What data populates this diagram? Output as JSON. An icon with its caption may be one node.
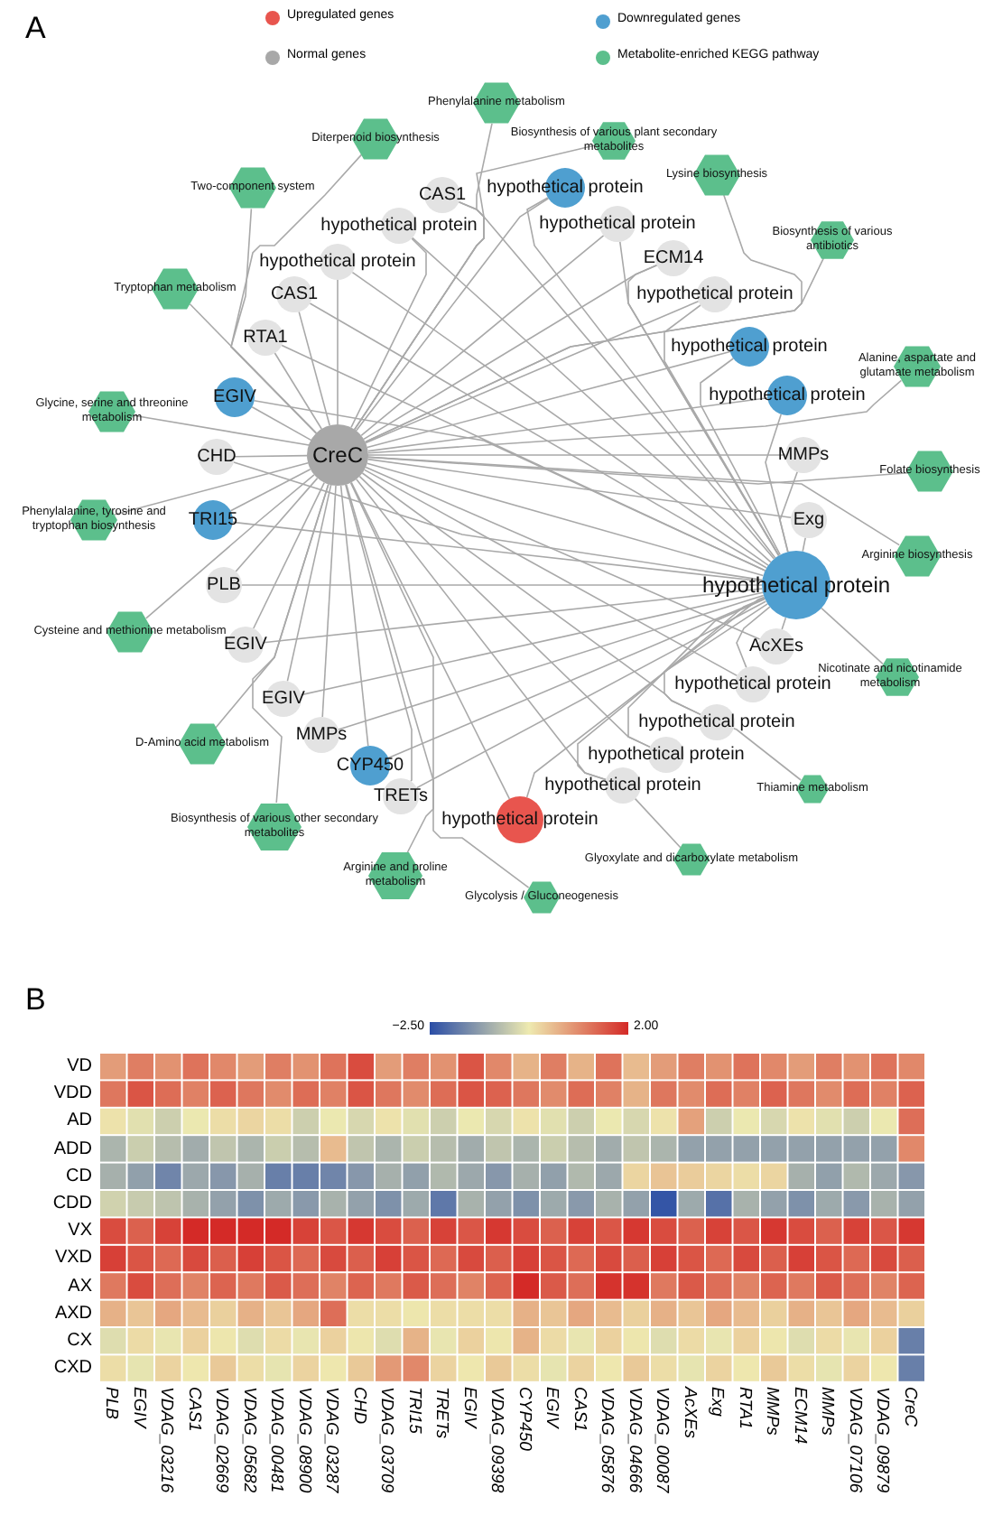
{
  "diagram": {
    "nodes": [
      {
        "text": [
          "Phenylalanine metabolism"
        ]
      },
      {
        "text": [
          "Diterpenoid biosynthesis"
        ]
      },
      {
        "text": [
          "Biosynthesis of various plant secondary metabolites"
        ]
      },
      {
        "text": [
          "Lysine biosynthesis"
        ]
      },
      {
        "text": [
          "Two-component system"
        ]
      },
      {
        "text": [
          "CAS1"
        ]
      },
      {
        "text": [
          "hypothetical protein"
        ]
      },
      {
        "text": [
          "hypothetical protein"
        ]
      },
      {
        "text": [
          "hypothetical protein"
        ]
      },
      {
        "text": [
          "Biosynthesis of various antibiotics"
        ]
      },
      {
        "text": [
          "hypothetical protein"
        ]
      },
      {
        "text": [
          "ECM14"
        ]
      },
      {
        "text": [
          "Tryptophan metabolism"
        ]
      },
      {
        "text": [
          "CAS1"
        ]
      },
      {
        "text": [
          "hypothetical protein"
        ]
      },
      {
        "text": [
          "RTA1"
        ]
      },
      {
        "text": [
          "hypothetical protein"
        ]
      },
      {
        "text": [
          "Alanine, aspartate and glutamate metabolism"
        ]
      },
      {
        "text": [
          "EGIV"
        ]
      },
      {
        "text": [
          "hypothetical protein"
        ]
      },
      {
        "text": [
          "Glycine, serine and threonine metabolism"
        ]
      },
      {
        "text": [
          "CreC"
        ]
      },
      {
        "text": [
          "CHD"
        ]
      },
      {
        "text": [
          "MMPs"
        ]
      },
      {
        "text": [
          "Folate biosynthesis"
        ]
      },
      {
        "text": [
          "Phenylalanine, tyrosine and tryptophan biosynthesis"
        ]
      },
      {
        "text": [
          "TRI15"
        ]
      },
      {
        "text": [
          "Exg"
        ]
      },
      {
        "text": [
          "Arginine biosynthesis"
        ]
      },
      {
        "text": [
          "PLB"
        ]
      },
      {
        "text": [
          "hypothetical protein"
        ]
      },
      {
        "text": [
          "Cysteine and methionine metabolism"
        ]
      },
      {
        "text": [
          "EGIV"
        ]
      },
      {
        "text": [
          "AcXEs"
        ]
      },
      {
        "text": [
          "Nicotinate and nicotinamide metabolism"
        ]
      },
      {
        "text": [
          "hypothetical protein"
        ]
      },
      {
        "text": [
          "EGIV"
        ]
      },
      {
        "text": [
          "hypothetical protein"
        ]
      },
      {
        "text": [
          "MMPs"
        ]
      },
      {
        "text": [
          "D-Amino acid metabolism"
        ]
      },
      {
        "text": [
          "hypothetical protein"
        ]
      },
      {
        "text": [
          "CYP450"
        ]
      },
      {
        "text": [
          "hypothetical protein"
        ]
      },
      {
        "text": [
          "Thiamine metabolism"
        ]
      },
      {
        "text": [
          "TRETs"
        ]
      },
      {
        "text": [
          "hypothetical protein"
        ]
      },
      {
        "text": [
          "Biosynthesis of various other secondary metabolites"
        ]
      },
      {
        "text": [
          "Glyoxylate and dicarboxylate metabolism"
        ]
      },
      {
        "text": [
          "Arginine and proline metabolism"
        ]
      },
      {
        "text": [
          "Glycolysis / Gluconeogenesis"
        ]
      }
    ],
    "edges": [
      {
        "from": 21,
        "to": 30,
        "arrow": "none"
      },
      {
        "from": 5,
        "to": 21,
        "arrow": "none"
      },
      {
        "from": 5,
        "to": 30,
        "arrow": "none"
      },
      {
        "from": 6,
        "to": 21,
        "arrow": "none"
      },
      {
        "from": 6,
        "to": 30,
        "arrow": "none"
      },
      {
        "from": 7,
        "to": 21,
        "arrow": "none"
      },
      {
        "from": 7,
        "to": 30,
        "arrow": "none"
      },
      {
        "from": 8,
        "to": 21,
        "arrow": "none"
      },
      {
        "from": 8,
        "to": 30,
        "arrow": "none"
      },
      {
        "from": 10,
        "to": 21,
        "arrow": "none"
      },
      {
        "from": 10,
        "to": 30,
        "arrow": "none"
      },
      {
        "from": 11,
        "to": 21,
        "arrow": "none"
      },
      {
        "from": 11,
        "to": 30,
        "arrow": "none"
      },
      {
        "from": 13,
        "to": 21,
        "arrow": "none"
      },
      {
        "from": 13,
        "to": 30,
        "arrow": "none"
      },
      {
        "from": 14,
        "to": 21,
        "arrow": "none"
      },
      {
        "from": 14,
        "to": 30,
        "arrow": "none"
      },
      {
        "from": 15,
        "to": 21,
        "arrow": "none"
      },
      {
        "from": 15,
        "to": 30,
        "arrow": "none"
      },
      {
        "from": 16,
        "to": 21,
        "arrow": "none"
      },
      {
        "from": 16,
        "to": 30,
        "arrow": "none"
      },
      {
        "from": 18,
        "to": 21,
        "arrow": "none"
      },
      {
        "from": 18,
        "to": 30,
        "arrow": "none"
      },
      {
        "from": 19,
        "to": 21,
        "arrow": "none"
      },
      {
        "from": 19,
        "to": 30,
        "arrow": "none"
      },
      {
        "from": 22,
        "to": 21,
        "arrow": "none"
      },
      {
        "from": 22,
        "to": 30,
        "arrow": "none"
      },
      {
        "from": 23,
        "to": 21,
        "arrow": "none"
      },
      {
        "from": 23,
        "to": 30,
        "arrow": "none"
      },
      {
        "from": 26,
        "to": 21,
        "arrow": "none"
      },
      {
        "from": 26,
        "to": 30,
        "arrow": "none"
      },
      {
        "from": 27,
        "to": 21,
        "arrow": "none"
      },
      {
        "from": 27,
        "to": 30,
        "arrow": "none"
      },
      {
        "from": 29,
        "to": 21,
        "arrow": "none"
      },
      {
        "from": 29,
        "to": 30,
        "arrow": "none"
      },
      {
        "from": 32,
        "to": 21,
        "arrow": "none"
      },
      {
        "from": 32,
        "to": 30,
        "arrow": "none"
      },
      {
        "from": 33,
        "to": 21,
        "arrow": "none"
      },
      {
        "from": 33,
        "to": 30,
        "arrow": "none"
      },
      {
        "from": 35,
        "to": 21,
        "arrow": "none"
      },
      {
        "from": 35,
        "to": 30,
        "arrow": "none"
      },
      {
        "from": 36,
        "to": 21,
        "arrow": "none"
      },
      {
        "from": 36,
        "to": 30,
        "arrow": "none"
      },
      {
        "from": 37,
        "to": 21,
        "arrow": "none"
      },
      {
        "from": 37,
        "to": 30,
        "arrow": "none"
      },
      {
        "from": 38,
        "to": 21,
        "arrow": "none"
      },
      {
        "from": 38,
        "to": 30,
        "arrow": "none"
      },
      {
        "from": 40,
        "to": 21,
        "arrow": "none"
      },
      {
        "from": 40,
        "to": 30,
        "arrow": "none"
      },
      {
        "from": 41,
        "to": 21,
        "arrow": "none"
      },
      {
        "from": 41,
        "to": 30,
        "arrow": "none"
      },
      {
        "from": 42,
        "to": 21,
        "arrow": "none"
      },
      {
        "from": 42,
        "to": 30,
        "arrow": "none"
      },
      {
        "from": 44,
        "to": 21,
        "arrow": "none"
      },
      {
        "from": 44,
        "to": 30,
        "arrow": "none"
      },
      {
        "from": 45,
        "to": 21,
        "arrow": "none"
      },
      {
        "from": 45,
        "to": 30,
        "arrow": "none"
      },
      {
        "from": 0,
        "to": 21,
        "arrow": "none"
      },
      {
        "from": 1,
        "to": 21,
        "arrow": "none"
      },
      {
        "from": 2,
        "to": 21,
        "arrow": "none"
      },
      {
        "from": 3,
        "to": 21,
        "arrow": "none"
      },
      {
        "from": 4,
        "to": 21,
        "arrow": "none"
      },
      {
        "from": 9,
        "to": 21,
        "arrow": "none"
      },
      {
        "from": 12,
        "to": 21,
        "arrow": "none"
      },
      {
        "from": 17,
        "to": 21,
        "arrow": "none"
      },
      {
        "from": 20,
        "to": 21,
        "arrow": "none"
      },
      {
        "from": 24,
        "to": 21,
        "arrow": "none"
      },
      {
        "from": 25,
        "to": 21,
        "arrow": "none"
      },
      {
        "from": 28,
        "to": 21,
        "arrow": "none"
      },
      {
        "from": 31,
        "to": 21,
        "arrow": "none"
      },
      {
        "from": 34,
        "to": 30,
        "arrow": "none"
      },
      {
        "from": 39,
        "to": 21,
        "arrow": "none"
      },
      {
        "from": 43,
        "to": 37,
        "arrow": "none"
      },
      {
        "from": 46,
        "to": 21,
        "arrow": "none"
      },
      {
        "from": 47,
        "to": 42,
        "arrow": "none"
      },
      {
        "from": 48,
        "to": 21,
        "arrow": "none"
      },
      {
        "from": 49,
        "to": 21,
        "arrow": "none"
      }
    ],
    "labels": [
      "A",
      "B",
      "−2.50",
      "2.00",
      "VD",
      "VDD",
      "AD",
      "ADD",
      "CD",
      "CDD",
      "VX",
      "VXD",
      "AX",
      "AXD",
      "CX",
      "CXD",
      "PLB",
      "EGIV",
      "VDAG_03216",
      "CAS1",
      "VDAG_02669",
      "VDAG_05682",
      "VDAG_00481",
      "VDAG_08900",
      "VDAG_03287",
      "CHD",
      "VDAG_03709",
      "TRI15",
      "TRETs",
      "EGIV",
      "VDAG_09398",
      "CYP450",
      "EGIV",
      "CAS1",
      "VDAG_05876",
      "VDAG_04666",
      "VDAG_00087",
      "AcXEs",
      "Exg",
      "RTA1",
      "MMPs",
      "ECM14",
      "MMPs",
      "VDAG_07106",
      "VDAG_09879",
      "CreC"
    ],
    "legend": [
      {
        "text": "Upregulated genes",
        "color": "#e8554e"
      },
      {
        "text": "Downregulated genes",
        "color": "#4f9fd0"
      },
      {
        "text": "Normal genes",
        "color": "#a8a8a8"
      },
      {
        "text": "Metabolite-enriched KEGG pathway",
        "color": "#5cbf8c"
      }
    ]
  }
}
